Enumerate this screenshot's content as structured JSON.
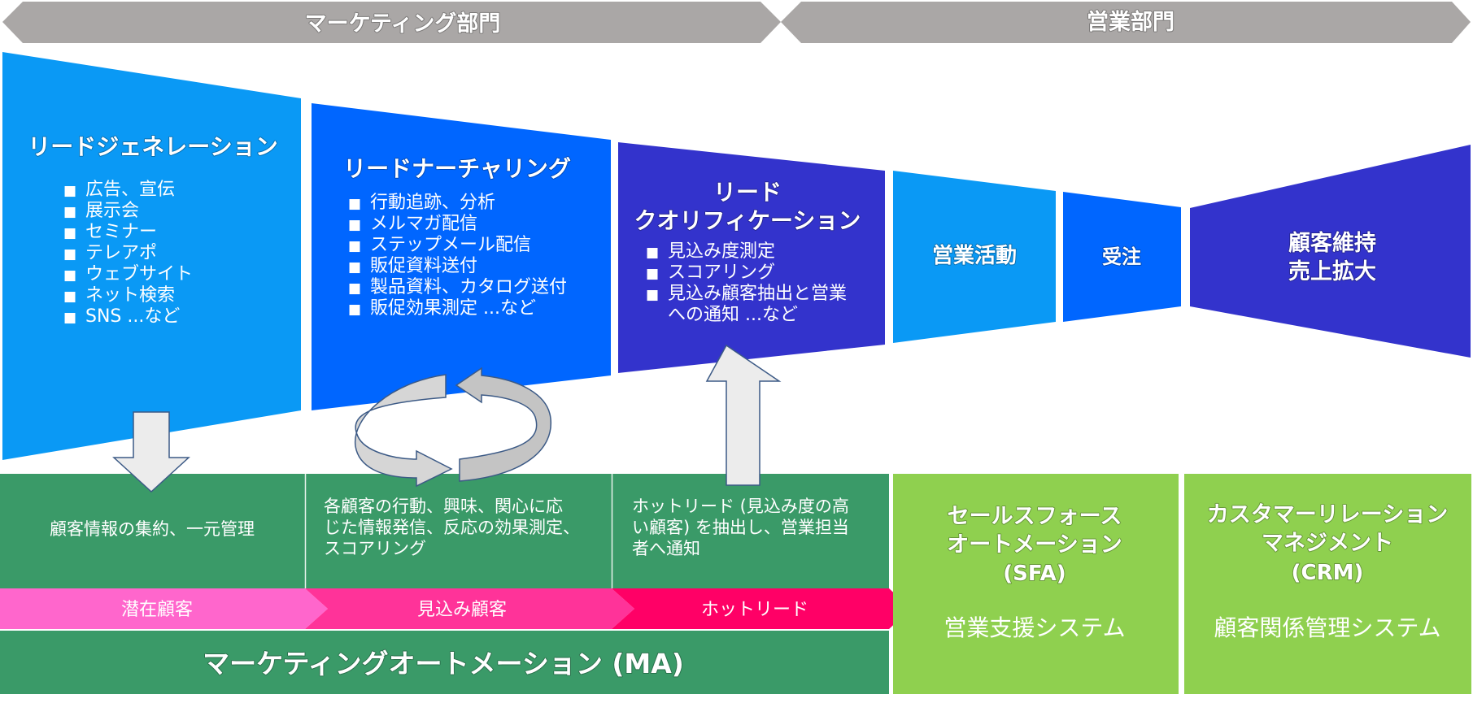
{
  "departments": {
    "marketing": "マーケティング部門",
    "sales": "営業部門"
  },
  "funnel": {
    "lead_generation": {
      "title": "リードジェネレーション",
      "items": [
        "広告、宣伝",
        "展示会",
        "セミナー",
        "テレアポ",
        "ウェブサイト",
        "ネット検索",
        "SNS  ...など"
      ]
    },
    "lead_nurturing": {
      "title": "リードナーチャリング",
      "items": [
        "行動追跡、分析",
        "メルマガ配信",
        "ステップメール配信",
        "販促資料送付",
        "製品資料、カタログ送付",
        "販促効果測定 ...など"
      ]
    },
    "lead_qualification": {
      "title_line1": "リード",
      "title_line2": "クオリフィケーション",
      "items": [
        "見込み度測定",
        "スコアリング",
        "見込み顧客抽出と営業",
        "への通知 ...など"
      ]
    },
    "sales_activity": "営業活動",
    "order": "受注",
    "retention_line1": "顧客維持",
    "retention_line2": "売上拡大"
  },
  "ma_panels": {
    "p1": [
      "顧客情報の集約、一元管理"
    ],
    "p2": [
      "各顧客の行動、興味、関心に応",
      "じた情報発信、反応の効果測定、",
      "スコアリング"
    ],
    "p3": [
      "ホットリード (見込み度の高",
      "い顧客) を抽出し、営業担当",
      "者へ通知"
    ]
  },
  "stages": {
    "s1": "潜在顧客",
    "s2": "見込み顧客",
    "s3": "ホットリード"
  },
  "ma_label": "マーケティングオートメーション (MA)",
  "sfa": {
    "line1": "セールスフォース",
    "line2": "オートメーション",
    "line3": "(SFA)",
    "sub": "営業支援システム"
  },
  "crm": {
    "line1": "カスタマーリレーション",
    "line2": "マネジメント",
    "line3": "(CRM)",
    "sub": "顧客関係管理システム"
  },
  "bullet": "■",
  "colors": {
    "gray": "#aaa7a6",
    "blue_light": "#0a99f5",
    "blue_mid": "#0066ff",
    "indigo": "#3333cc",
    "green_dark": "#3a9a68",
    "green_light": "#8fd04f",
    "pink1": "#ff66cc",
    "pink2": "#ff3399",
    "pink3": "#ff0066"
  },
  "icons": [
    "down-arrow-icon",
    "cycle-arrows-icon",
    "up-arrow-icon"
  ]
}
